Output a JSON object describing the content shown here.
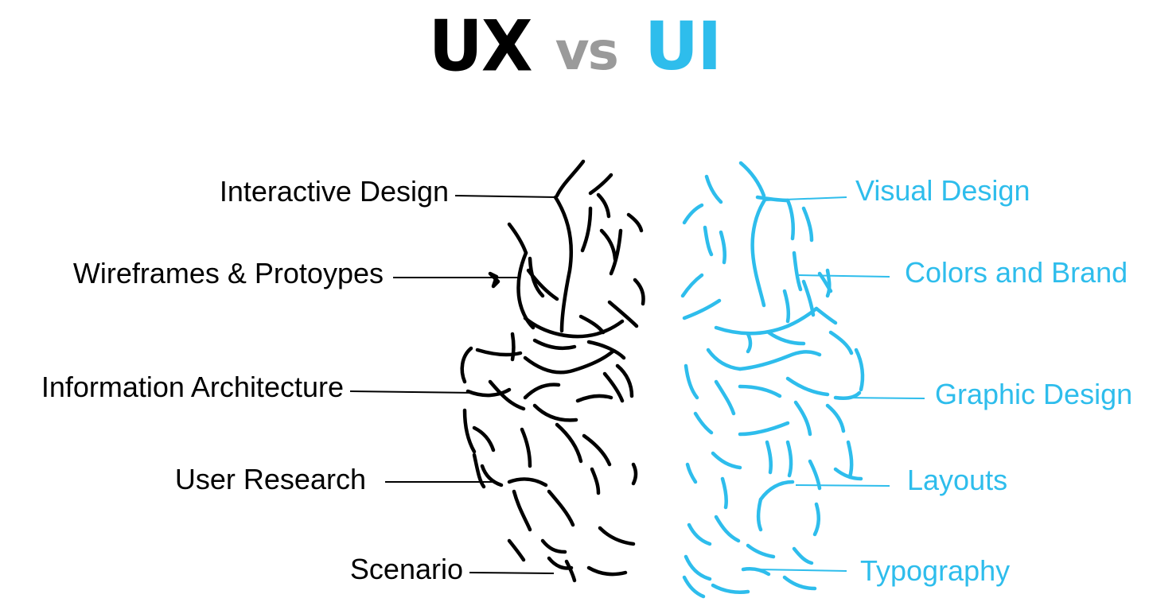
{
  "title": {
    "ux": "UX",
    "vs": "vs",
    "ui": "UI"
  },
  "colors": {
    "ux": "#000000",
    "vs": "#9a9a9a",
    "ui": "#2ebdec"
  },
  "ux_labels": [
    "Interactive Design",
    "Wireframes & Protoypes",
    "Information Architecture",
    "User Research",
    "Scenario"
  ],
  "ui_labels": [
    "Visual Design",
    "Colors and Brand",
    "Graphic Design",
    "Layouts",
    "Typography"
  ]
}
